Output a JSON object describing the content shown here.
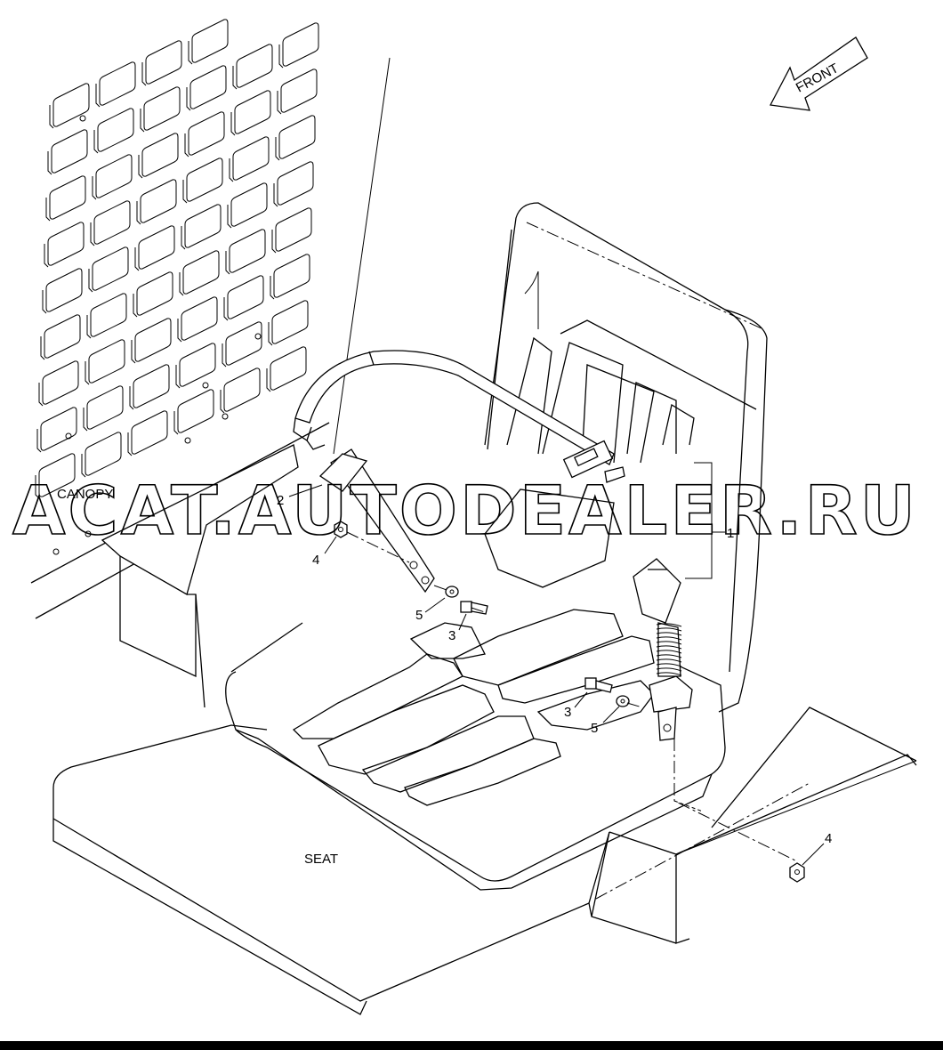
{
  "labels": {
    "canopy": "CANOPY",
    "seat": "SEAT",
    "front": "FRONT"
  },
  "callouts": {
    "seat_belt": "1",
    "bracket": "2",
    "bolt_left": "3",
    "bolt_right": "3",
    "nut_left": "4",
    "nut_right": "4",
    "washer_left": "5",
    "washer_right": "5"
  },
  "watermark": "ACAT.AUTODEALER.RU"
}
